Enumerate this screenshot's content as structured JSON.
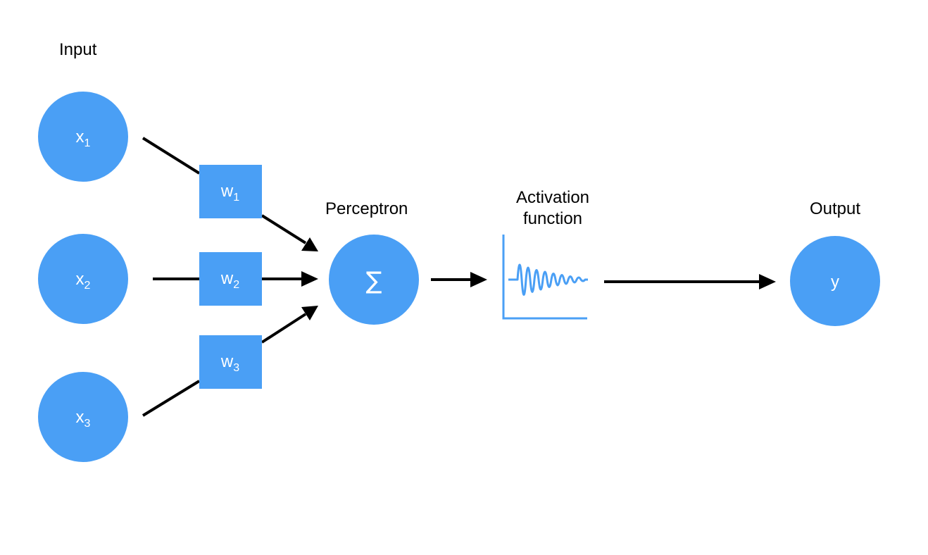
{
  "labels": {
    "input": "Input",
    "perceptron": "Perceptron",
    "activation_line1": "Activation",
    "activation_line2": "function",
    "output": "Output"
  },
  "inputs": [
    {
      "base": "x",
      "sub": "1"
    },
    {
      "base": "x",
      "sub": "2"
    },
    {
      "base": "x",
      "sub": "3"
    }
  ],
  "weights": [
    {
      "base": "w",
      "sub": "1"
    },
    {
      "base": "w",
      "sub": "2"
    },
    {
      "base": "w",
      "sub": "3"
    }
  ],
  "perceptron_symbol": "∑",
  "output_symbol": "y",
  "colors": {
    "node_fill": "#4A9FF5",
    "arrow": "#000000",
    "label": "#000000",
    "node_text": "#ffffff"
  }
}
